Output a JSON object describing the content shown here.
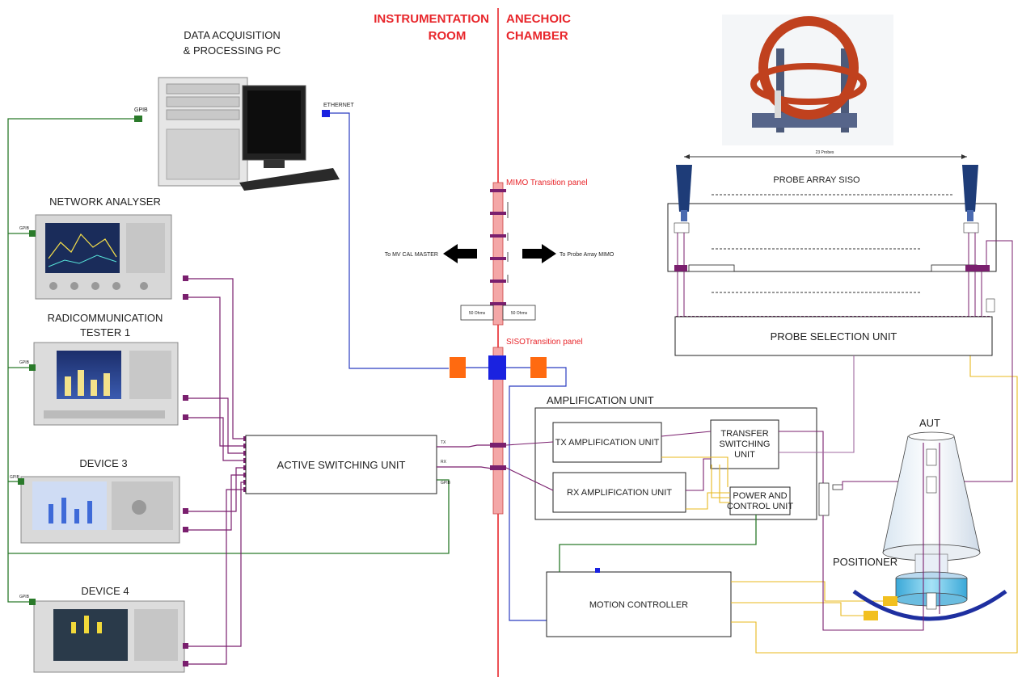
{
  "rooms": {
    "left_title_line1": "INSTRUMENTATION",
    "left_title_line2": "ROOM",
    "right_title_line1": "ANECHOIC",
    "right_title_line2": "CHAMBER"
  },
  "equipment": {
    "pc_line1": "DATA ACQUISITION",
    "pc_line2": "& PROCESSING PC",
    "network_analyser": "NETWORK ANALYSER",
    "radiocomm_line1": "RADICOMMUNICATION",
    "radiocomm_line2": "TESTER 1",
    "device3": "DEVICE 3",
    "device4": "DEVICE 4"
  },
  "connections": {
    "gpib": "GPIB",
    "ethernet": "ETHERNET"
  },
  "panels": {
    "mimo": "MIMO Transition panel",
    "siso": "SISOTransition panel",
    "ohms": "50 Ohms",
    "to_mv_cal": "To MV CAL MASTER",
    "to_probe_mimo": "To Probe Array MIMO"
  },
  "units": {
    "active_switching": "ACTIVE SWITCHING UNIT",
    "tx_port": "TX",
    "rx_port": "RX",
    "gpib_port": "GPIB",
    "amplification": "AMPLIFICATION UNIT",
    "tx_amp": "TX AMPLIFICATION UNIT",
    "rx_amp": "RX AMPLIFICATION UNIT",
    "transfer_line1": "TRANSFER",
    "transfer_line2": "SWITCHING",
    "transfer_line3": "UNIT",
    "power_line1": "POWER AND",
    "power_line2": "CONTROL UNIT",
    "probe_selection": "PROBE SELECTION UNIT",
    "probe_array_siso": "PROBE ARRAY SISO",
    "probes_count": "23 Probes",
    "motion_controller": "MOTION CONTROLLER",
    "positioner": "POSITIONER",
    "aut": "AUT"
  },
  "colors": {
    "gpib": "#2a7a2a",
    "rf": "#7a1f6e",
    "ethernet": "#2b3cc0",
    "control": "#e8b81e",
    "divider": "#e8262b",
    "panel": "#f4a7a7",
    "connector_orange": "#ff6a10",
    "connector_blue": "#1a22e0"
  }
}
